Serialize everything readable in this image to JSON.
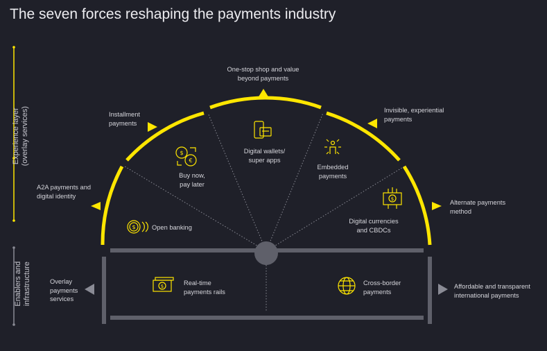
{
  "title": "The seven forces reshaping the payments industry",
  "side_labels": {
    "experience_line1": "Experience layer",
    "experience_line2": "(overlay services)",
    "enablers_line1": "Enablers and",
    "enablers_line2": "infrastructure"
  },
  "forces": [
    {
      "id": "a2a",
      "label": "A2A payments and digital identity"
    },
    {
      "id": "installment",
      "label": "Installment payments"
    },
    {
      "id": "one_stop",
      "label": "One-stop shop and value beyond payments"
    },
    {
      "id": "invisible",
      "label": "Invisible, experiential payments"
    },
    {
      "id": "alternate",
      "label": "Alternate payments method"
    },
    {
      "id": "overlay",
      "label": "Overlay payments services"
    },
    {
      "id": "affordable",
      "label": "Affordable and transparent international payments"
    }
  ],
  "segments": [
    {
      "id": "open_banking",
      "label": "Open banking",
      "icon": "open-banking-coins-icon"
    },
    {
      "id": "bnpl",
      "label": "Buy now, pay later",
      "icon": "currency-exchange-icon"
    },
    {
      "id": "wallets",
      "label": "Digital wallets/ super apps",
      "icon": "mobile-wallet-icon"
    },
    {
      "id": "embedded",
      "label": "Embedded payments",
      "icon": "embedded-person-icon"
    },
    {
      "id": "digital_currencies",
      "label": "Digital currencies and CBDCs",
      "icon": "digital-currency-icon"
    }
  ],
  "infrastructure": [
    {
      "id": "rtp",
      "label": "Real-time payments rails",
      "icon": "banknote-icon"
    },
    {
      "id": "crossborder",
      "label": "Cross-border payments",
      "icon": "globe-icon"
    }
  ],
  "colors": {
    "background": "#1f2029",
    "accent": "#ffe600",
    "structure": "#5f606a",
    "dotted": "#8a8b95",
    "text": "#d6d6dc"
  }
}
